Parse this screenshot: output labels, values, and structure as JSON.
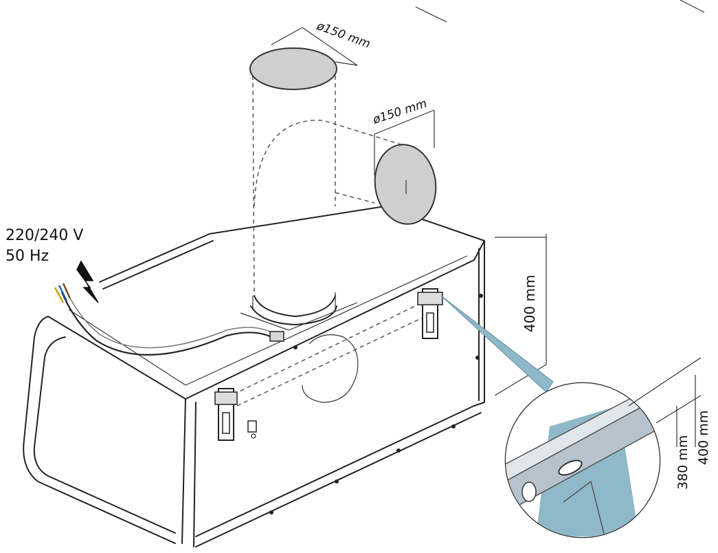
{
  "diagram": {
    "power_label_voltage": "220/240 V",
    "power_label_frequency": "50 Hz",
    "duct_top_diameter": "ø150 mm",
    "duct_side_diameter": "ø150 mm",
    "height_label_main": "400 mm",
    "detail_height_380": "380 mm",
    "detail_height_400": "400 mm",
    "icons": [
      "lightning-icon",
      "power-cable",
      "wall-bracket",
      "magnifier-detail"
    ],
    "colors": {
      "line": "#222222",
      "duct_fill": "#cfcfcf",
      "leader_fill": "#8fb8c8",
      "bracket_fill": "#9ea7b0"
    }
  }
}
